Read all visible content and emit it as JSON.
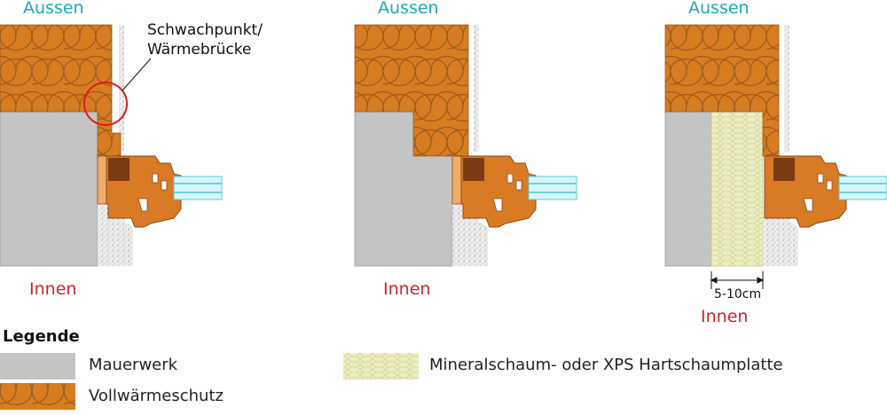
{
  "labels": {
    "outside": "Aussen",
    "inside": "Innen",
    "weak_point_line1": "Schwachpunkt/",
    "weak_point_line2": "Wärmebrücke",
    "dimension": "5-10cm"
  },
  "legend": {
    "title": "Legende",
    "items": [
      {
        "label": "Mauerwerk",
        "icon": "masonry-swatch"
      },
      {
        "label": "Vollwärmeschutz",
        "icon": "insulation-swatch"
      },
      {
        "label": "Mineralschaum- oder XPS Hartschaumplatte",
        "icon": "foam-board-swatch"
      }
    ]
  },
  "colors": {
    "insulation": "#d87c22",
    "insulation_line": "#a8601a",
    "masonry": "#c4c4c4",
    "plaster": "#eeeeee",
    "foam": "#eceec2",
    "frame": "#d97a25",
    "frame_dark": "#7a3b12",
    "glass": "#d7f6fb",
    "outside_text": "#1aa9b8",
    "inside_text": "#c8272d",
    "highlight_circle": "#e01919"
  }
}
